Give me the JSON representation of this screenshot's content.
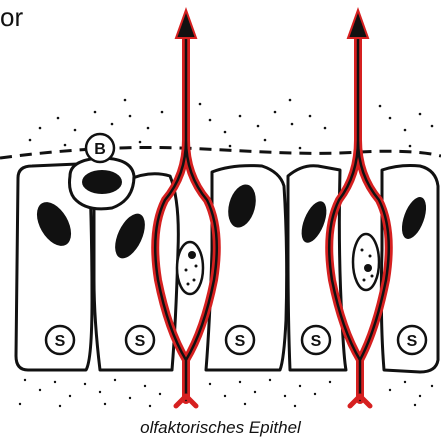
{
  "diagram": {
    "corner_text": "or",
    "caption": "olfaktorisches Epithel",
    "basal_cell_label": "B",
    "support_cell_labels": [
      "S",
      "S",
      "S",
      "S",
      "S"
    ]
  },
  "colors": {
    "outline": "#111111",
    "neuron_outline": "#d62020",
    "nucleus": "#111111"
  }
}
